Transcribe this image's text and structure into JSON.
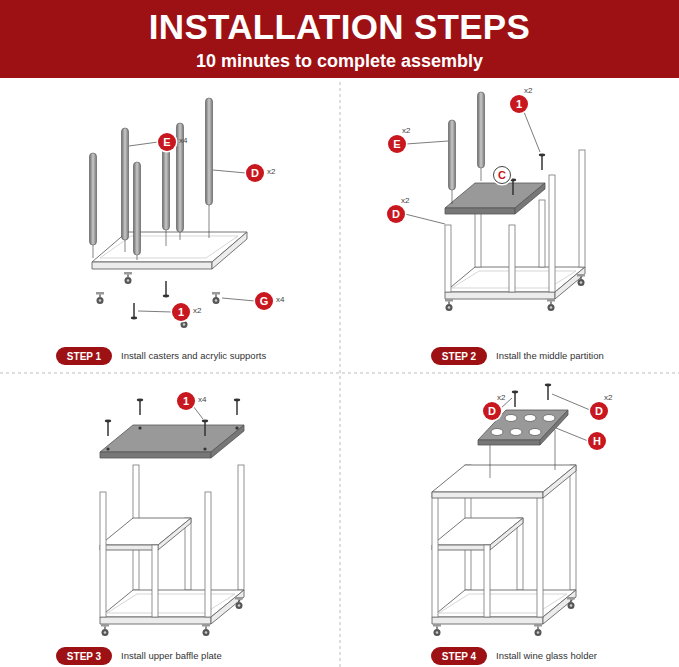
{
  "diagram": {
    "title": "INSTALLATION STEPS",
    "nodes": [
      {
        "text": [
          "E",
          "x4"
        ]
      },
      {
        "text": [
          "D",
          "x2"
        ]
      },
      {
        "text": [
          "1",
          "x2"
        ]
      },
      {
        "text": [
          "G",
          "x4"
        ]
      },
      {
        "text": [
          "STEP 1"
        ]
      },
      {
        "text": [
          "1",
          "x2"
        ]
      },
      {
        "text": [
          "E",
          "x2"
        ]
      },
      {
        "text": [
          "C"
        ]
      },
      {
        "text": [
          "D",
          "x2"
        ]
      },
      {
        "text": [
          "STEP 2"
        ]
      },
      {
        "text": [
          "1",
          "x4"
        ]
      },
      {
        "text": [
          "STEP 3"
        ]
      },
      {
        "text": [
          "D",
          "x2"
        ]
      },
      {
        "text": [
          "D",
          "x2"
        ]
      },
      {
        "text": [
          "H"
        ]
      },
      {
        "text": [
          "STEP 4"
        ]
      }
    ],
    "labels": [
      "10 minutes to complete assembly",
      "Install casters and acrylic supports",
      "Install the middle partition",
      "Install upper baffle plate",
      "Install wine glass holder"
    ]
  }
}
